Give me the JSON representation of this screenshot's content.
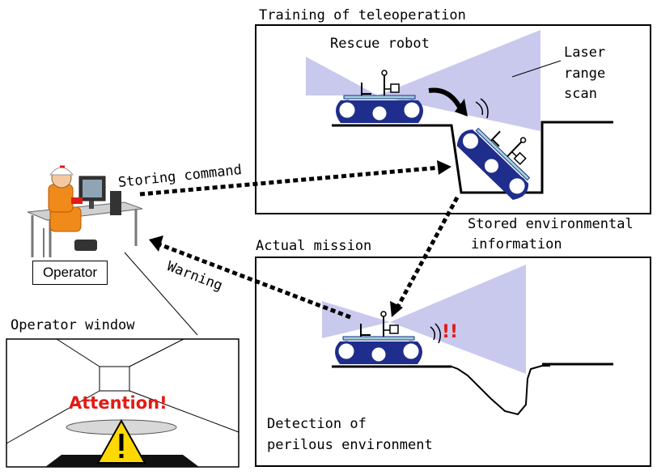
{
  "panels": {
    "training": {
      "title": "Training of teleoperation"
    },
    "mission": {
      "title": "Actual mission"
    },
    "operator_window": {
      "title": "Operator window"
    }
  },
  "labels": {
    "rescue_robot": "Rescue robot",
    "laser_line1": "Laser",
    "laser_line2": "range",
    "laser_line3": "scan",
    "storing_command": "Storing command",
    "stored_line1": "Stored environmental",
    "stored_line2": "information",
    "warning": "Warning",
    "operator": "Operator",
    "detection_line1": "Detection of",
    "detection_line2": "perilous environment",
    "alert_marks": "!!",
    "attention": "Attention!"
  },
  "colors": {
    "laser_fill": "#c9c9ee",
    "robot_blue": "#1f2d8c",
    "robot_top": "#9fd3d6",
    "alert_red": "#e31b14",
    "operator_orange": "#f08a1a",
    "hazard_yellow": "#ffd800"
  },
  "icons": [
    "operator-icon",
    "robot-icon",
    "warning-triangle-icon",
    "laser-scan-icon"
  ]
}
